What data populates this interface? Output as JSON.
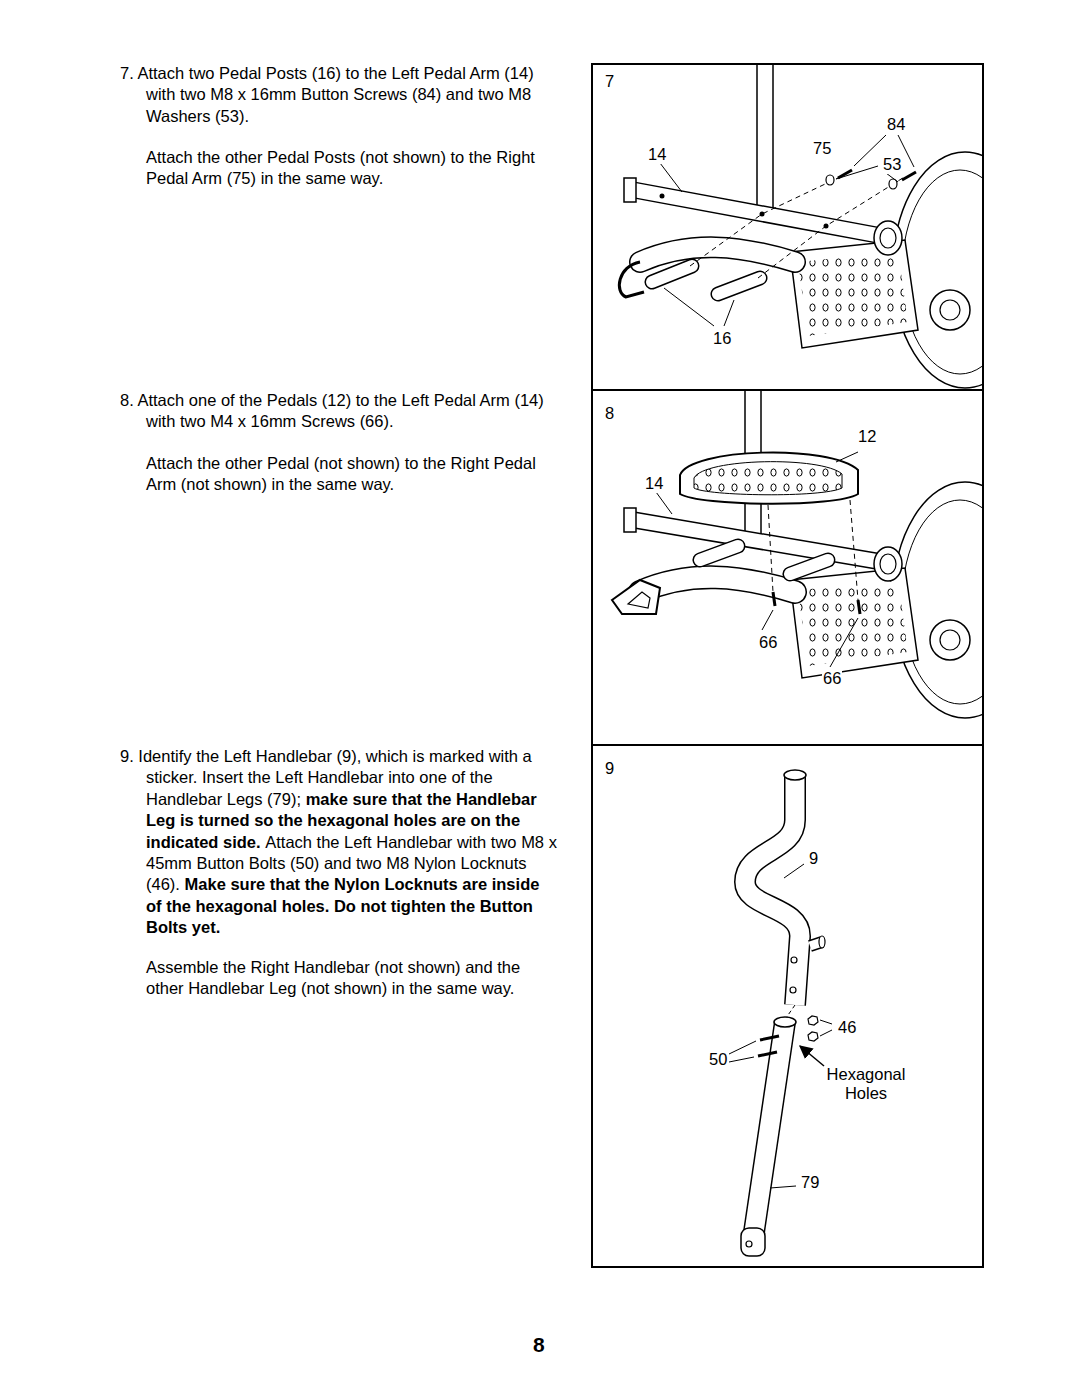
{
  "diagram": {
    "nodes": [
      {
        "text": [
          "7",
          "84",
          "75",
          "14",
          "53",
          "16"
        ]
      },
      {
        "text": [
          "8",
          "12",
          "14",
          "66",
          "66"
        ]
      },
      {
        "text": [
          "9",
          "9",
          "46",
          "50",
          "Hexagonal Holes",
          "79"
        ]
      }
    ],
    "labels": [
      "7. Attach two Pedal Posts (16) to the Left Pedal Arm (14) with two M8 x 16mm Button Screws (84) and two M8 Washers (53).",
      "Attach the other Pedal Posts (not shown) to the Right Pedal Arm (75) in the same way.",
      "8. Attach one of the Pedals (12) to the Left Pedal Arm (14) with two M4 x 16mm Screws (66).",
      "Attach the other Pedal (not shown) to the Right Pedal Arm (not shown) in the same way.",
      "9. Identify the Left Handlebar (9), which is marked with a sticker. Insert the Left Handlebar into one of the Handlebar Legs (79);",
      "make sure that the Handlebar Leg is turned so the hexagonal holes are on the indicated side.",
      "Attach the Left Handlebar with two M8 x 45mm Button Bolts (50) and two M8 Nylon Locknuts (46).",
      "Make sure that the Nylon Locknuts are inside of the hexagonal holes. Do not tighten the Button Bolts yet.",
      "Assemble the Right Handlebar (not shown) and the other Handlebar Leg (not shown) in the same way.",
      "8"
    ]
  }
}
